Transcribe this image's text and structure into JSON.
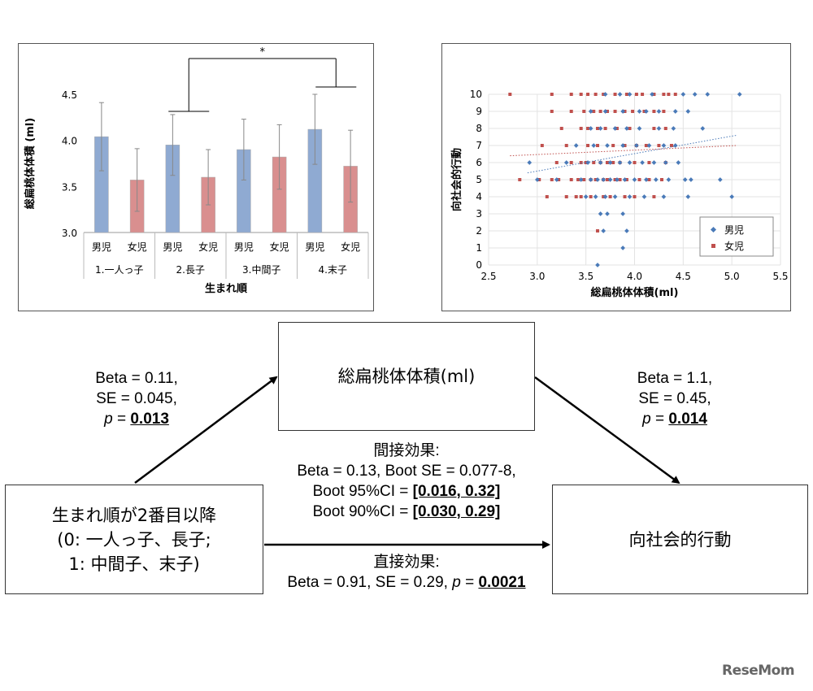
{
  "bar_chart": {
    "type": "bar",
    "ylabel": "総扁桃体体積 (ml)",
    "xlabel": "生まれ順",
    "ylim": [
      3.0,
      4.5
    ],
    "yticks": [
      "3.0",
      "3.5",
      "4.0",
      "4.5"
    ],
    "groups": [
      "1.一人っ子",
      "2.長子",
      "3.中間子",
      "4.末子"
    ],
    "sublabels": [
      "男児",
      "女児",
      "男児",
      "女児",
      "男児",
      "女児",
      "男児",
      "女児"
    ],
    "values": [
      4.04,
      3.57,
      3.95,
      3.6,
      3.9,
      3.82,
      4.12,
      3.72
    ],
    "errors": [
      0.37,
      0.34,
      0.33,
      0.3,
      0.33,
      0.35,
      0.38,
      0.39
    ],
    "bar_colors": [
      "#8faad2",
      "#d98f8f",
      "#8faad2",
      "#d98f8f",
      "#8faad2",
      "#d98f8f",
      "#8faad2",
      "#d98f8f"
    ],
    "significance": "*"
  },
  "scatter_chart": {
    "type": "scatter",
    "xlabel": "総扁桃体体積(ml)",
    "ylabel": "向社会的行動",
    "xlim": [
      2.5,
      5.5
    ],
    "ylim": [
      0,
      10
    ],
    "xticks": [
      "2.5",
      "3.0",
      "3.5",
      "4.0",
      "4.5",
      "5.0",
      "5.5"
    ],
    "yticks": [
      "0",
      "1",
      "2",
      "3",
      "4",
      "5",
      "6",
      "7",
      "8",
      "9",
      "10"
    ],
    "series": [
      {
        "name": "男児",
        "color": "#4a7ab8",
        "trend": [
          [
            2.9,
            5.4
          ],
          [
            5.05,
            7.6
          ]
        ],
        "points": [
          [
            3.62,
            0
          ],
          [
            3.88,
            1
          ],
          [
            3.68,
            2
          ],
          [
            3.92,
            2
          ],
          [
            3.65,
            3
          ],
          [
            3.72,
            3
          ],
          [
            3.88,
            3
          ],
          [
            3.5,
            4
          ],
          [
            3.6,
            4
          ],
          [
            3.7,
            4
          ],
          [
            3.8,
            4
          ],
          [
            3.95,
            4
          ],
          [
            4.1,
            4
          ],
          [
            4.3,
            4
          ],
          [
            4.55,
            4
          ],
          [
            5.0,
            4
          ],
          [
            3.0,
            5
          ],
          [
            3.2,
            5
          ],
          [
            3.45,
            5
          ],
          [
            3.55,
            5
          ],
          [
            3.62,
            5
          ],
          [
            3.68,
            5
          ],
          [
            3.75,
            5
          ],
          [
            3.82,
            5
          ],
          [
            3.9,
            5
          ],
          [
            4.0,
            5
          ],
          [
            4.12,
            5
          ],
          [
            4.22,
            5
          ],
          [
            4.35,
            5
          ],
          [
            4.52,
            5
          ],
          [
            4.58,
            5
          ],
          [
            4.88,
            5
          ],
          [
            2.92,
            6
          ],
          [
            3.3,
            6
          ],
          [
            3.52,
            6
          ],
          [
            3.65,
            6
          ],
          [
            3.75,
            6
          ],
          [
            3.85,
            6
          ],
          [
            3.95,
            6
          ],
          [
            4.08,
            6
          ],
          [
            4.2,
            6
          ],
          [
            4.32,
            6
          ],
          [
            4.45,
            6
          ],
          [
            3.4,
            7
          ],
          [
            3.58,
            7
          ],
          [
            3.72,
            7
          ],
          [
            3.88,
            7
          ],
          [
            4.02,
            7
          ],
          [
            4.15,
            7
          ],
          [
            4.3,
            7
          ],
          [
            4.42,
            7
          ],
          [
            3.55,
            8
          ],
          [
            3.65,
            8
          ],
          [
            3.8,
            8
          ],
          [
            3.92,
            8
          ],
          [
            4.05,
            8
          ],
          [
            4.25,
            8
          ],
          [
            4.4,
            8
          ],
          [
            4.7,
            8
          ],
          [
            3.55,
            9
          ],
          [
            3.7,
            9
          ],
          [
            3.88,
            9
          ],
          [
            4.05,
            9
          ],
          [
            4.12,
            9
          ],
          [
            4.25,
            9
          ],
          [
            4.42,
            9
          ],
          [
            4.55,
            9
          ],
          [
            3.7,
            10
          ],
          [
            3.85,
            10
          ],
          [
            3.95,
            10
          ],
          [
            4.18,
            10
          ],
          [
            4.5,
            10
          ],
          [
            4.62,
            10
          ],
          [
            4.75,
            10
          ],
          [
            5.08,
            10
          ]
        ]
      },
      {
        "name": "女児",
        "color": "#c0504d",
        "trend": [
          [
            2.72,
            6.4
          ],
          [
            5.05,
            7.0
          ]
        ],
        "points": [
          [
            3.62,
            2
          ],
          [
            3.1,
            4
          ],
          [
            3.3,
            4
          ],
          [
            3.4,
            4
          ],
          [
            3.45,
            4
          ],
          [
            3.55,
            4
          ],
          [
            3.68,
            4
          ],
          [
            3.75,
            4
          ],
          [
            3.9,
            4
          ],
          [
            4.0,
            4
          ],
          [
            4.2,
            4
          ],
          [
            2.82,
            5
          ],
          [
            3.02,
            5
          ],
          [
            3.15,
            5
          ],
          [
            3.22,
            5
          ],
          [
            3.35,
            5
          ],
          [
            3.42,
            5
          ],
          [
            3.48,
            5
          ],
          [
            3.55,
            5
          ],
          [
            3.6,
            5
          ],
          [
            3.68,
            5
          ],
          [
            3.72,
            5
          ],
          [
            3.8,
            5
          ],
          [
            3.85,
            5
          ],
          [
            3.92,
            5
          ],
          [
            4.05,
            5
          ],
          [
            4.15,
            5
          ],
          [
            4.28,
            5
          ],
          [
            3.2,
            6
          ],
          [
            3.35,
            6
          ],
          [
            3.45,
            6
          ],
          [
            3.5,
            6
          ],
          [
            3.58,
            6
          ],
          [
            3.65,
            6
          ],
          [
            3.72,
            6
          ],
          [
            3.78,
            6
          ],
          [
            3.85,
            6
          ],
          [
            4.0,
            6
          ],
          [
            4.15,
            6
          ],
          [
            4.32,
            6
          ],
          [
            3.05,
            7
          ],
          [
            3.3,
            7
          ],
          [
            3.52,
            7
          ],
          [
            3.62,
            7
          ],
          [
            3.78,
            7
          ],
          [
            3.9,
            7
          ],
          [
            4.02,
            7
          ],
          [
            4.12,
            7
          ],
          [
            4.25,
            7
          ],
          [
            4.38,
            7
          ],
          [
            3.25,
            8
          ],
          [
            3.45,
            8
          ],
          [
            3.52,
            8
          ],
          [
            3.62,
            8
          ],
          [
            3.7,
            8
          ],
          [
            3.82,
            8
          ],
          [
            3.95,
            8
          ],
          [
            4.2,
            8
          ],
          [
            4.32,
            8
          ],
          [
            3.15,
            9
          ],
          [
            3.35,
            9
          ],
          [
            3.48,
            9
          ],
          [
            3.58,
            9
          ],
          [
            3.65,
            9
          ],
          [
            3.72,
            9
          ],
          [
            3.8,
            9
          ],
          [
            3.9,
            9
          ],
          [
            3.98,
            9
          ],
          [
            4.1,
            9
          ],
          [
            4.2,
            9
          ],
          [
            4.3,
            9
          ],
          [
            2.72,
            10
          ],
          [
            3.15,
            10
          ],
          [
            3.35,
            10
          ],
          [
            3.45,
            10
          ],
          [
            3.52,
            10
          ],
          [
            3.6,
            10
          ],
          [
            3.68,
            10
          ],
          [
            3.8,
            10
          ],
          [
            3.92,
            10
          ],
          [
            4.02,
            10
          ],
          [
            4.08,
            10
          ],
          [
            4.2,
            10
          ],
          [
            4.3,
            10
          ],
          [
            4.35,
            10
          ],
          [
            4.42,
            10
          ]
        ]
      }
    ]
  },
  "diagram": {
    "mediator": "総扁桃体体積(ml)",
    "predictor": [
      "生まれ順が2番目以降",
      "(0: 一人っ子、長子;",
      "1: 中間子、末子)"
    ],
    "outcome": "向社会的行動",
    "path_a": {
      "beta": "Beta = 0.11,",
      "se": "SE = 0.045,",
      "p_label": "p",
      "p_eq": " = ",
      "p_value": "0.013"
    },
    "path_b": {
      "beta": "Beta = 1.1,",
      "se": "SE = 0.45,",
      "p_label": "p",
      "p_eq": " = ",
      "p_value": "0.014"
    },
    "indirect": {
      "title": "間接効果:",
      "line1": "Beta = 0.13, Boot SE = 0.077-8,",
      "ci95_label": "Boot 95%CI = ",
      "ci95": "[0.016, 0.32]",
      "ci90_label": "Boot 90%CI = ",
      "ci90": "[0.030, 0.29]"
    },
    "direct": {
      "title": "直接効果:",
      "line1": "Beta = 0.91, SE = 0.29, ",
      "p_label": "p",
      "p_eq": " = ",
      "p_value": "0.0021"
    }
  },
  "logo": "ReseMom"
}
